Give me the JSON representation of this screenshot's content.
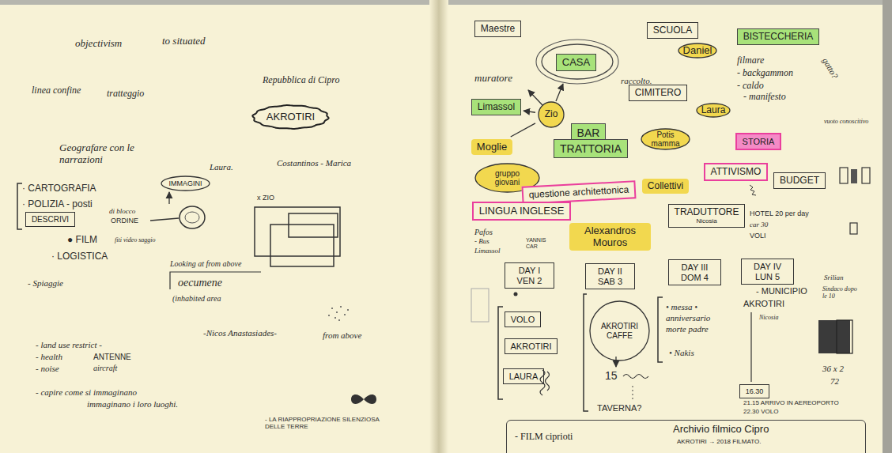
{
  "diagram": {
    "nodes": [
      {
        "text": [
          "AKROTIRI"
        ]
      },
      {
        "text": [
          "IMMAGINI"
        ]
      },
      {
        "text": [
          "DESCRIVI"
        ]
      },
      {
        "text": [
          "Maestre"
        ]
      },
      {
        "text": [
          "SCUOLA"
        ]
      },
      {
        "text": [
          "BISTECCHERIA"
        ]
      },
      {
        "text": [
          "CASA"
        ]
      },
      {
        "text": [
          "Daniel"
        ]
      },
      {
        "text": [
          "Limassol"
        ]
      },
      {
        "text": [
          "Zio"
        ]
      },
      {
        "text": [
          "CIMITERO"
        ]
      },
      {
        "text": [
          "Laura"
        ]
      },
      {
        "text": [
          "BAR"
        ]
      },
      {
        "text": [
          "TRATTORIA"
        ]
      },
      {
        "text": [
          "Potis mamma"
        ]
      },
      {
        "text": [
          "Moglie"
        ]
      },
      {
        "text": [
          "STORIA"
        ]
      },
      {
        "text": [
          "gruppo giovani"
        ]
      },
      {
        "text": [
          "questione architettonica"
        ]
      },
      {
        "text": [
          "Collettivi"
        ]
      },
      {
        "text": [
          "ATTIVISMO"
        ]
      },
      {
        "text": [
          "BUDGET"
        ]
      },
      {
        "text": [
          "LINGUA INGLESE"
        ]
      },
      {
        "text": [
          "TRADUTTORE",
          "Nicosia"
        ]
      },
      {
        "text": [
          "Alexandros Mouros"
        ]
      },
      {
        "text": [
          "DAY I VEN 2"
        ]
      },
      {
        "text": [
          "DAY II SAB 3"
        ]
      },
      {
        "text": [
          "DAY III DOM 4"
        ]
      },
      {
        "text": [
          "DAY IV LUN 5"
        ]
      },
      {
        "text": [
          "VOLO"
        ]
      },
      {
        "text": [
          "AKROTIRI"
        ]
      },
      {
        "text": [
          "LAURA"
        ]
      },
      {
        "text": [
          "AKROTIRI CAFFE"
        ]
      },
      {
        "text": [
          "16.30"
        ]
      },
      {
        "text": [
          "- FILM ciprioti",
          "Archivio filmico Cipro",
          "AKROTIRI → 2018 FILMATO."
        ]
      }
    ],
    "edges": [
      {
        "from": 9,
        "to": 8,
        "arrow": "to"
      },
      {
        "from": 9,
        "to": 15,
        "arrow": "none"
      }
    ],
    "labels": [
      "objectivism",
      "to situated",
      "linea confine",
      "tratteggio",
      "Repubblica di Cipro",
      "Geografare con le narrazioni",
      "Laura.",
      "Costantinos - Marica",
      "x ZIO",
      "· CARTOGRAFIA",
      "· POLIZIA - posti",
      "di blocco",
      "ORDINE",
      "● FILM",
      "fiti video saggio",
      "· LOGISTICA",
      "- Spiaggie",
      "Looking at from above",
      "oecumene",
      "(inhabited area",
      "-Nicos Anastasiades-",
      "from above",
      "- land use restrict -",
      "- health",
      "ANTENNE",
      "- noise",
      "aircraft",
      "- capire come si immaginano",
      "immaginano i loro luoghi.",
      "- LA RIAPPROPRIAZIONE SILENZIOSA DELLE TERRE",
      "muratore",
      "raccolto.",
      "filmare",
      "- backgammon",
      "- caldo",
      "- manifesto",
      "gatto?",
      "vuoto conoscitivo",
      "HOTEL 20 per day",
      "car 30",
      "VOLI",
      "Pafos",
      "- Bus",
      "Limassol",
      "YANNIS CAR",
      "15",
      "TAVERNA?",
      "• messa •",
      "anniversario",
      "morte padre",
      "• Nakis",
      "Srilian",
      "- MUNICIPIO",
      "Sindaco dopo le 10",
      "AKROTIRI",
      "Nicosia",
      "36 x 2",
      "72",
      "21.15 ARRIVO IN AEREOPORTO",
      "22.30 VOLO"
    ]
  }
}
